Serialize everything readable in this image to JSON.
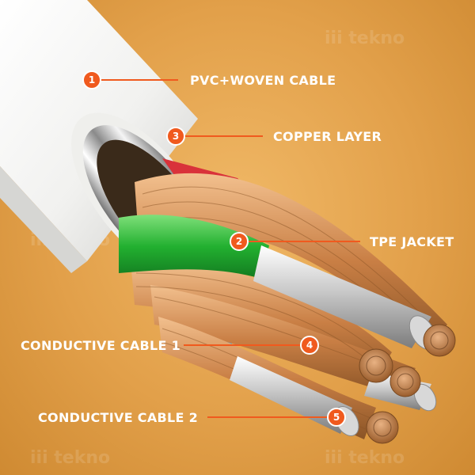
{
  "colors": {
    "callout": "#f05a1e",
    "label": "#ffffff",
    "jacket": "#f4f4f2",
    "copper": "#d9905a",
    "tpe": "#2fbf3a",
    "red_wire": "#d9323a",
    "blue_wire": "#3ea2e6"
  },
  "callouts": [
    {
      "num": "1",
      "label": "PVC+WOVEN CABLE"
    },
    {
      "num": "3",
      "label": "COPPER LAYER"
    },
    {
      "num": "2",
      "label": "TPE JACKET"
    },
    {
      "num": "4",
      "label": "CONDUCTIVE CABLE 1"
    },
    {
      "num": "5",
      "label": "CONDUCTIVE CABLE 2"
    }
  ]
}
